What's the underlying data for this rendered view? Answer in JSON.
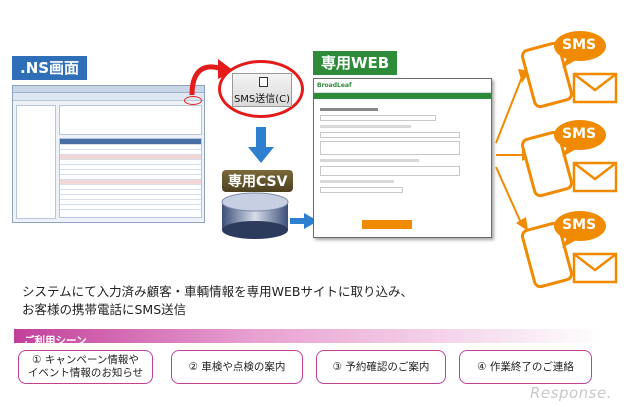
{
  "labels": {
    "ns_screen": ".NS画面",
    "web_screen": "専用WEB",
    "sms_button": "SMS送信(C)",
    "csv": "専用CSV",
    "web_brand": "BroadLeaf",
    "sms_badge": "SMS"
  },
  "description": {
    "line1": "システムにて入力済み顧客・車輌情報を専用WEBサイトに取り込み、",
    "line2": "お客様の携帯電話にSMS送信"
  },
  "scenes": {
    "header": "ご利用シーン",
    "items": [
      {
        "line1": "① キャンペーン情報や",
        "line2": "イベント情報のお知らせ"
      },
      {
        "line1": "② 車検や点検の案内",
        "line2": ""
      },
      {
        "line1": "③ 予約確認のご案内",
        "line2": ""
      },
      {
        "line1": "④ 作業終了のご連絡",
        "line2": ""
      }
    ]
  },
  "watermark": "Response.",
  "colors": {
    "ns_blue": "#2f6fb7",
    "web_green": "#2e8b3a",
    "arrow_blue": "#2f7fd0",
    "accent_red": "#e31b1b",
    "phone_orange": "#f08a00",
    "scene_magenta": "#c23f9a"
  }
}
